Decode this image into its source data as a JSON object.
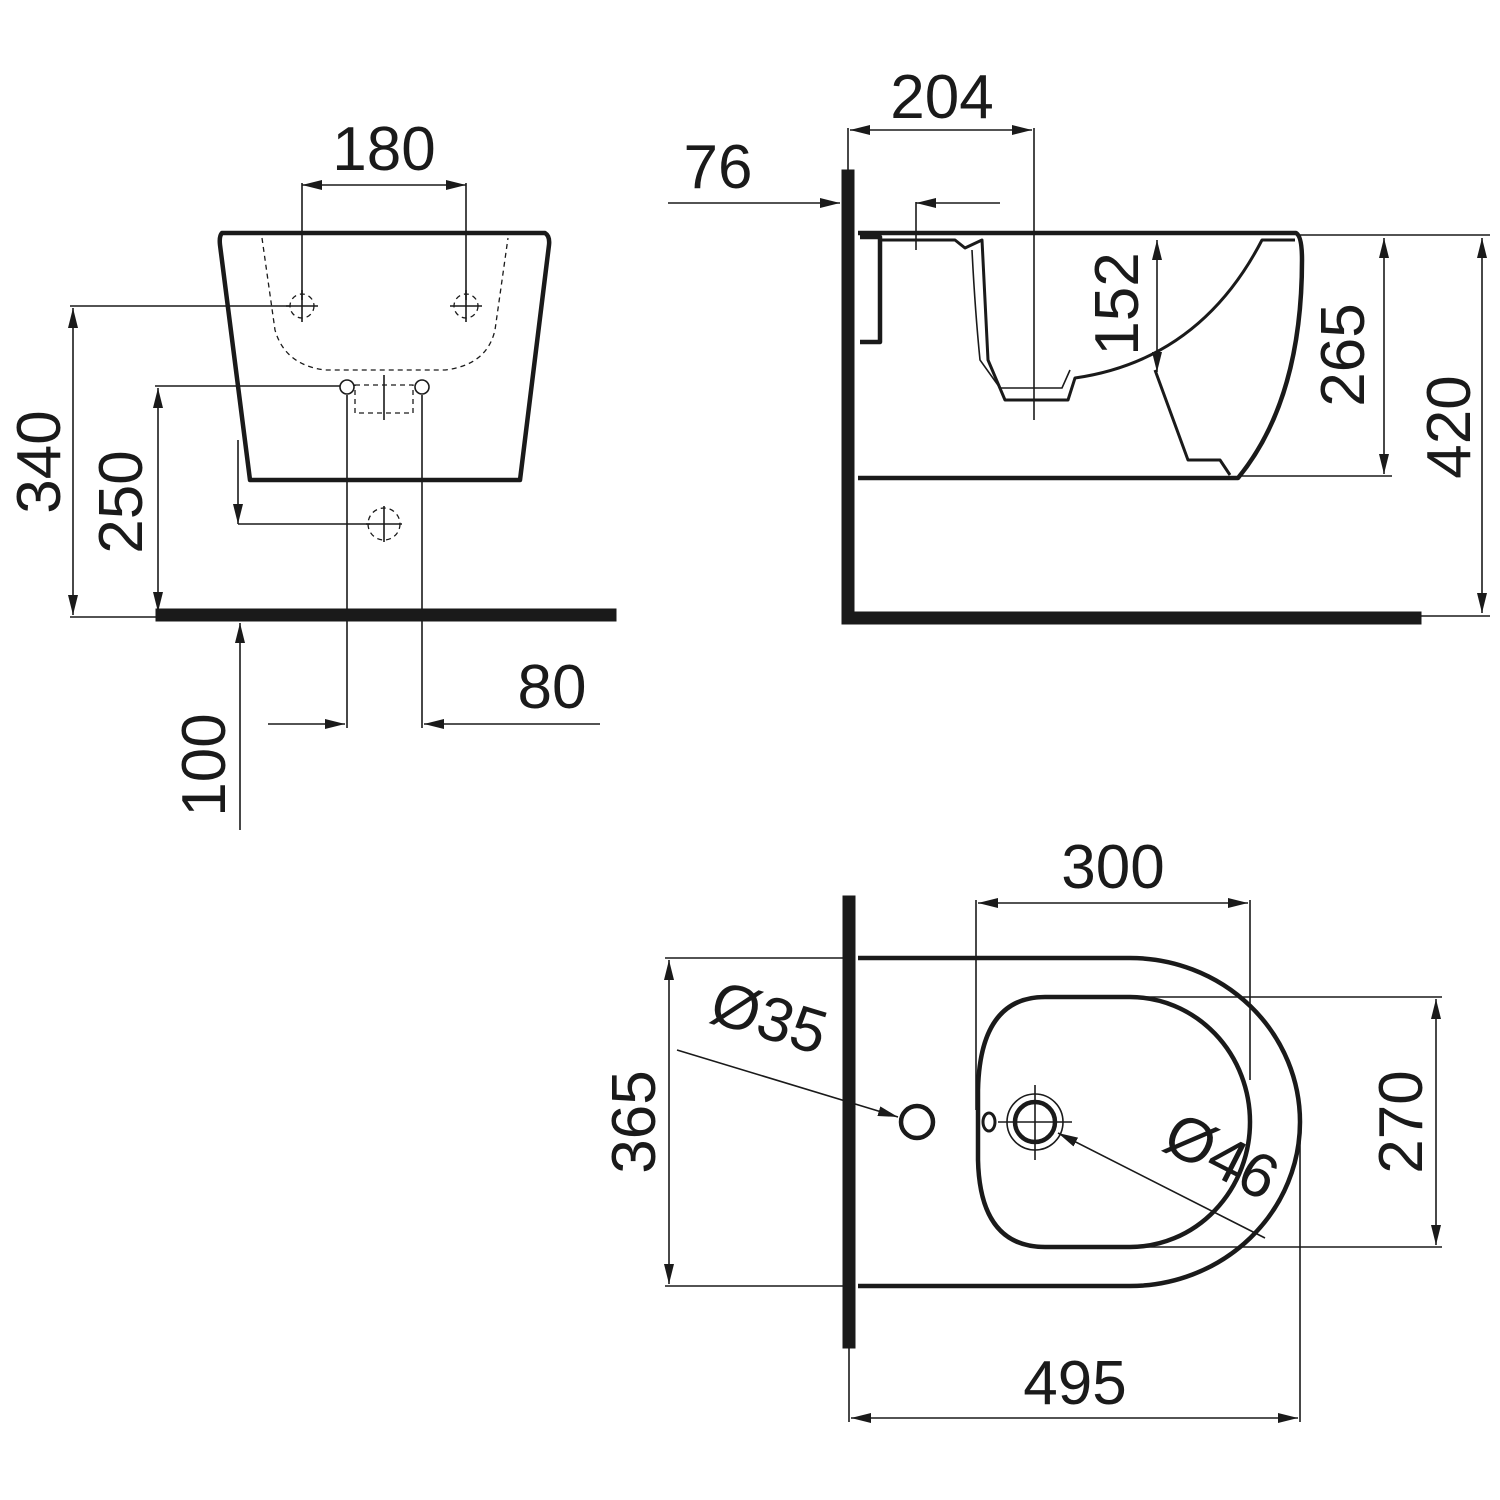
{
  "front_view": {
    "dim_top": "180",
    "dim_height_total": "340",
    "dim_height_outlet": "250",
    "dim_bottom_left": "100",
    "dim_bottom_right": "80"
  },
  "side_view": {
    "dim_top": "204",
    "dim_wall": "76",
    "dim_bowl_depth": "152",
    "dim_body_height": "265",
    "dim_total_height": "420"
  },
  "top_view": {
    "dim_inner_length": "300",
    "dim_width": "365",
    "dim_hole_small": "Ø35",
    "dim_hole_large": "Ø46",
    "dim_inner_width": "270",
    "dim_total_length": "495"
  }
}
